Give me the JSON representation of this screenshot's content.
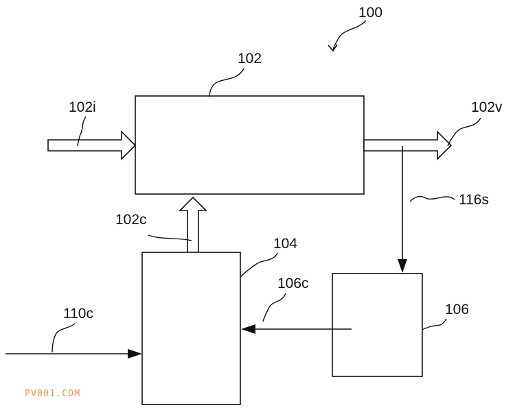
{
  "diagram": {
    "system_label": "100",
    "block_labels": {
      "main": "102",
      "left_block": "104",
      "right_block": "106"
    },
    "flow_labels": {
      "input": "102i",
      "output": "102v",
      "feed_up": "102c",
      "signal_down": "116s",
      "link_106_to_104": "106c",
      "external_in": "110c"
    },
    "watermark": "PV001.COM"
  }
}
